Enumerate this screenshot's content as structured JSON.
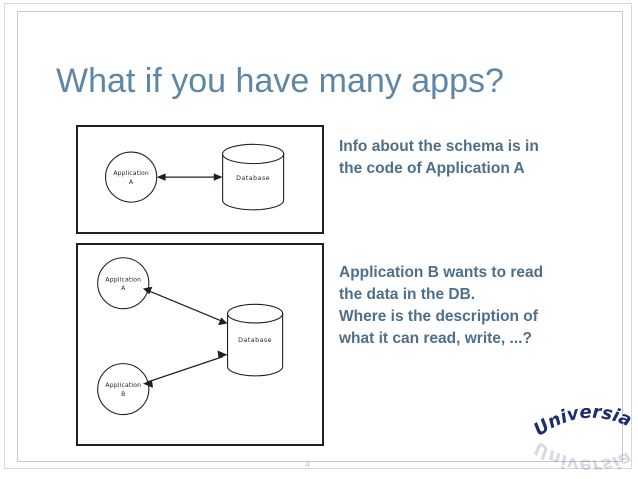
{
  "slide": {
    "title": "What if you have many apps?",
    "page_number": "4",
    "title_color": "#5d87a6",
    "body_color": "#4d6f8a",
    "diagram_stroke_color": "#231f20",
    "logo_color": "#1f2b6c"
  },
  "diagrams": [
    {
      "id": "diagram-one-app",
      "nodes": [
        {
          "name": "application-a",
          "label_line1": "Application",
          "label_line2": "A",
          "shape": "circle"
        },
        {
          "name": "database",
          "label": "Database",
          "shape": "cylinder"
        }
      ],
      "connections": [
        {
          "from": "application-a",
          "to": "database",
          "type": "double-arrow"
        }
      ]
    },
    {
      "id": "diagram-two-apps",
      "nodes": [
        {
          "name": "application-a",
          "label_line1": "Application",
          "label_line2": "A",
          "shape": "circle"
        },
        {
          "name": "application-b",
          "label_line1": "Application",
          "label_line2": "B",
          "shape": "circle"
        },
        {
          "name": "database",
          "label": "Database",
          "shape": "cylinder"
        }
      ],
      "connections": [
        {
          "from": "application-a",
          "to": "database",
          "type": "double-arrow"
        },
        {
          "from": "application-b",
          "to": "database",
          "type": "double-arrow"
        }
      ]
    }
  ],
  "body_blocks": [
    {
      "name": "schema-note",
      "text": "Info about the schema is  in\nthe code of Application A"
    },
    {
      "name": "application-b-note",
      "text": "Application B wants to read\nthe data in the DB.\nWhere is the description of\nwhat it can read, write, ...?"
    }
  ],
  "logo": {
    "name": "universia-logo",
    "text": "Universia",
    "reflection_text": "Universia"
  }
}
